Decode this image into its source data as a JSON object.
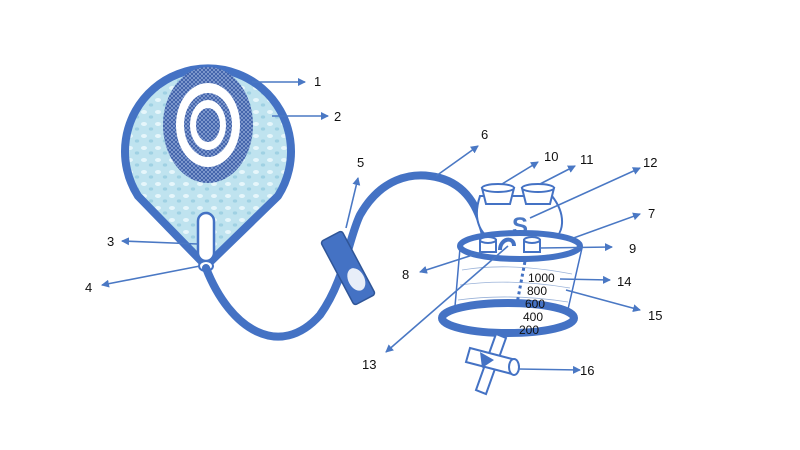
{
  "callouts": [
    "1",
    "2",
    "3",
    "4",
    "5",
    "6",
    "7",
    "8",
    "9",
    "10",
    "11",
    "12",
    "13",
    "14",
    "15",
    "16"
  ],
  "scale_marks": [
    "1000",
    "800",
    "600",
    "400",
    "200"
  ],
  "bottle_letter": "S",
  "colors": {
    "outline": "#4472c4",
    "outline_dark": "#2f5597",
    "fill_light": "#bfe3ef",
    "mesh": "#3d5fa8",
    "leader": "#4a78c4"
  }
}
